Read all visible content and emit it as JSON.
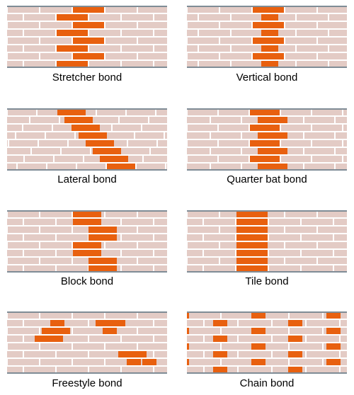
{
  "colors": {
    "brick": "#e3cbc5",
    "highlight": "#e8600f",
    "mortar": "#ffffff",
    "edge": "#7f8c96"
  },
  "panels": [
    {
      "label": "Stretcher bond"
    },
    {
      "label": "Vertical bond"
    },
    {
      "label": "Lateral bond"
    },
    {
      "label": "Quarter bat bond"
    },
    {
      "label": "Block bond"
    },
    {
      "label": "Tile bond"
    },
    {
      "label": "Freestyle bond"
    },
    {
      "label": "Chain bond"
    }
  ]
}
